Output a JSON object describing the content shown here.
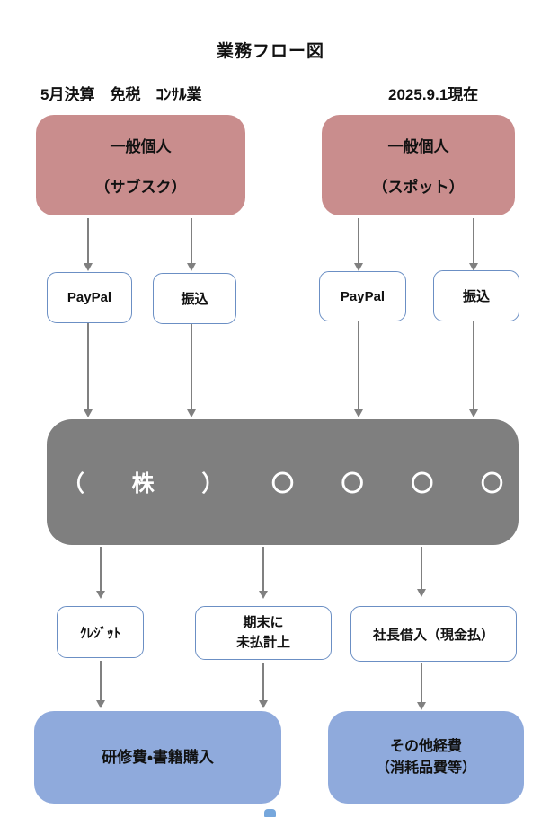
{
  "title": "業務フロー図",
  "header": {
    "left": "5月決算　免税　ｺﾝｻﾙ業",
    "right": "2025.9.1現在"
  },
  "nodes": {
    "subscriber": {
      "line1": "一般個人",
      "line2": "（サブスク）"
    },
    "spot": {
      "line1": "一般個人",
      "line2": "（スポット）"
    },
    "paypal_left": "PayPal",
    "transfer_left": "振込",
    "paypal_right": "PayPal",
    "transfer_right": "振込",
    "company": {
      "parts": [
        "（",
        "株",
        "）",
        "〇",
        "〇",
        "〇",
        "〇"
      ]
    },
    "credit": "ｸﾚｼﾞｯﾄ",
    "accrual": {
      "line1": "期末に",
      "line2": "未払計上"
    },
    "loan": "社長借入（現金払）",
    "training": "研修費・書籍購入",
    "other": {
      "line1": "その他経費",
      "line2": "（消耗品費等）"
    }
  },
  "colors": {
    "source_box": "#C98D8D",
    "company_box": "#7F7F7F",
    "destination_box": "#8FAADC",
    "white_box_border": "#6b8fc4",
    "arrow": "#808080",
    "bottom_mark": "#76A7DC"
  }
}
